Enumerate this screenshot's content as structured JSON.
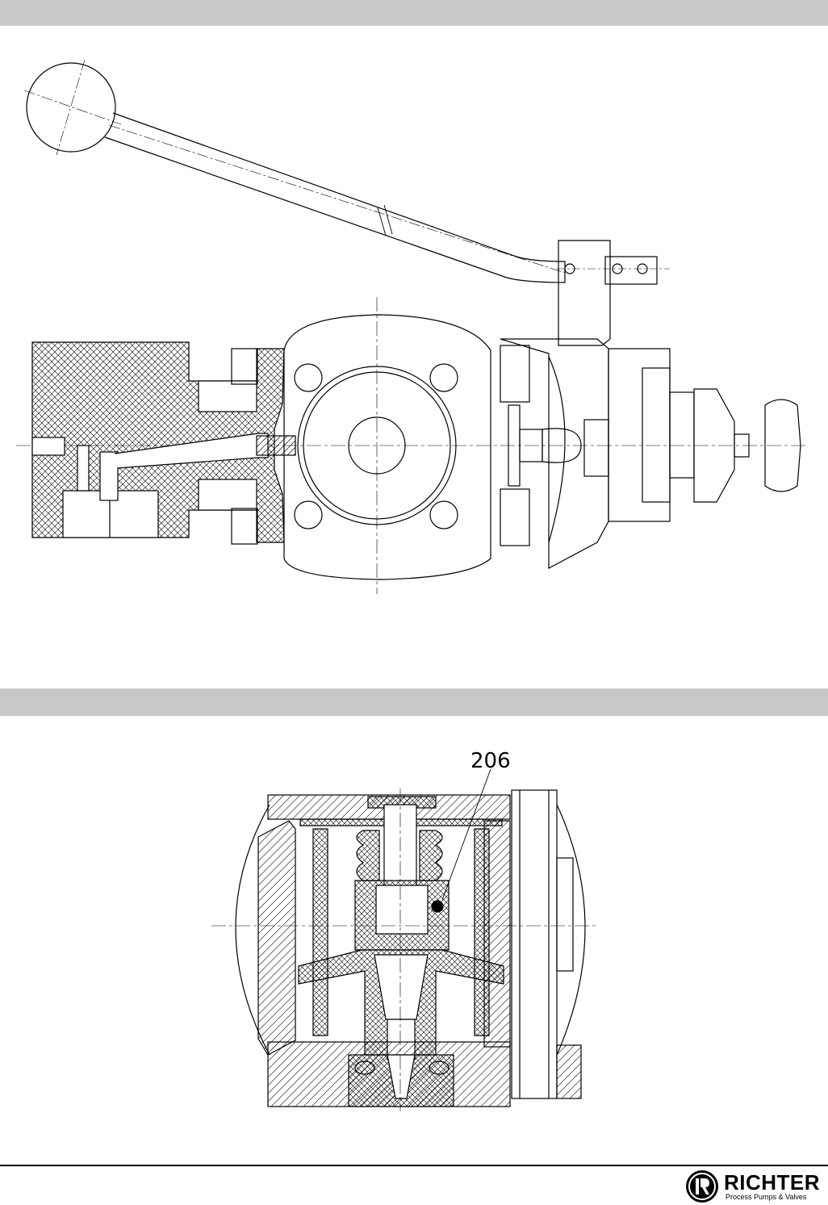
{
  "figure2": {
    "callout_label": "206"
  },
  "footer": {
    "brand_name": "RICHTER",
    "brand_tagline": "Process Pumps & Valves"
  },
  "colors": {
    "band": "#c8c8c8",
    "line": "#000000",
    "background": "#ffffff"
  }
}
